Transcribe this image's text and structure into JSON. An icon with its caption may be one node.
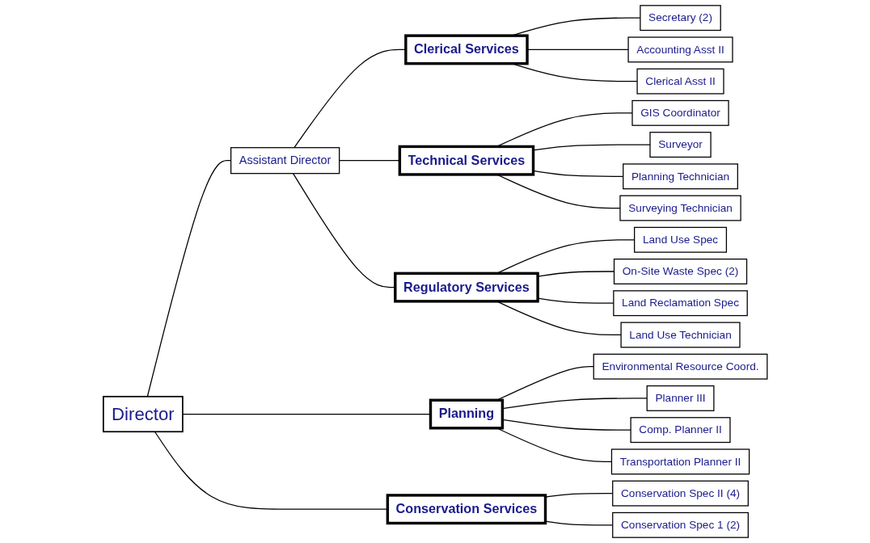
{
  "diagram": {
    "nodes": [
      {
        "text": [
          "Director"
        ]
      },
      {
        "text": [
          "Assistant Director"
        ]
      },
      {
        "text": [
          "Planning"
        ]
      },
      {
        "text": [
          "Clerical Services"
        ]
      },
      {
        "text": [
          "Technical Services"
        ]
      },
      {
        "text": [
          "Regulatory Services"
        ]
      },
      {
        "text": [
          "Conservation Services"
        ]
      },
      {
        "text": [
          "Environmental Resource Coord."
        ]
      },
      {
        "text": [
          "Planner III"
        ]
      },
      {
        "text": [
          "Comp. Planner II"
        ]
      },
      {
        "text": [
          "Transportation Planner II"
        ]
      },
      {
        "text": [
          "Secretary (2)"
        ]
      },
      {
        "text": [
          "Accounting Asst II"
        ]
      },
      {
        "text": [
          "Clerical Asst II"
        ]
      },
      {
        "text": [
          "GIS Coordinator"
        ]
      },
      {
        "text": [
          "Surveyor"
        ]
      },
      {
        "text": [
          "Planning Technician"
        ]
      },
      {
        "text": [
          "Surveying Technician"
        ]
      },
      {
        "text": [
          "Land Use Spec"
        ]
      },
      {
        "text": [
          "On-Site Waste Spec (2)"
        ]
      },
      {
        "text": [
          "Land Reclamation Spec"
        ]
      },
      {
        "text": [
          "Land Use Technician"
        ]
      },
      {
        "text": [
          "Conservation Spec II (4)"
        ]
      },
      {
        "text": [
          "Conservation Spec 1 (2)"
        ]
      }
    ],
    "edges": [
      {
        "from": 0,
        "to": 1,
        "arrow": "none"
      },
      {
        "from": 0,
        "to": 2,
        "arrow": "none"
      },
      {
        "from": 0,
        "to": 6,
        "arrow": "none"
      },
      {
        "from": 1,
        "to": 3,
        "arrow": "none"
      },
      {
        "from": 1,
        "to": 4,
        "arrow": "none"
      },
      {
        "from": 1,
        "to": 5,
        "arrow": "none"
      },
      {
        "from": 2,
        "to": 7,
        "arrow": "none"
      },
      {
        "from": 2,
        "to": 8,
        "arrow": "none"
      },
      {
        "from": 2,
        "to": 9,
        "arrow": "none"
      },
      {
        "from": 2,
        "to": 10,
        "arrow": "none"
      },
      {
        "from": 3,
        "to": 11,
        "arrow": "none"
      },
      {
        "from": 3,
        "to": 12,
        "arrow": "none"
      },
      {
        "from": 3,
        "to": 13,
        "arrow": "none"
      },
      {
        "from": 4,
        "to": 14,
        "arrow": "none"
      },
      {
        "from": 4,
        "to": 15,
        "arrow": "none"
      },
      {
        "from": 4,
        "to": 16,
        "arrow": "none"
      },
      {
        "from": 4,
        "to": 17,
        "arrow": "none"
      },
      {
        "from": 5,
        "to": 18,
        "arrow": "none"
      },
      {
        "from": 5,
        "to": 19,
        "arrow": "none"
      },
      {
        "from": 5,
        "to": 20,
        "arrow": "none"
      },
      {
        "from": 5,
        "to": 21,
        "arrow": "none"
      },
      {
        "from": 6,
        "to": 22,
        "arrow": "none"
      },
      {
        "from": 6,
        "to": 23,
        "arrow": "none"
      }
    ]
  }
}
